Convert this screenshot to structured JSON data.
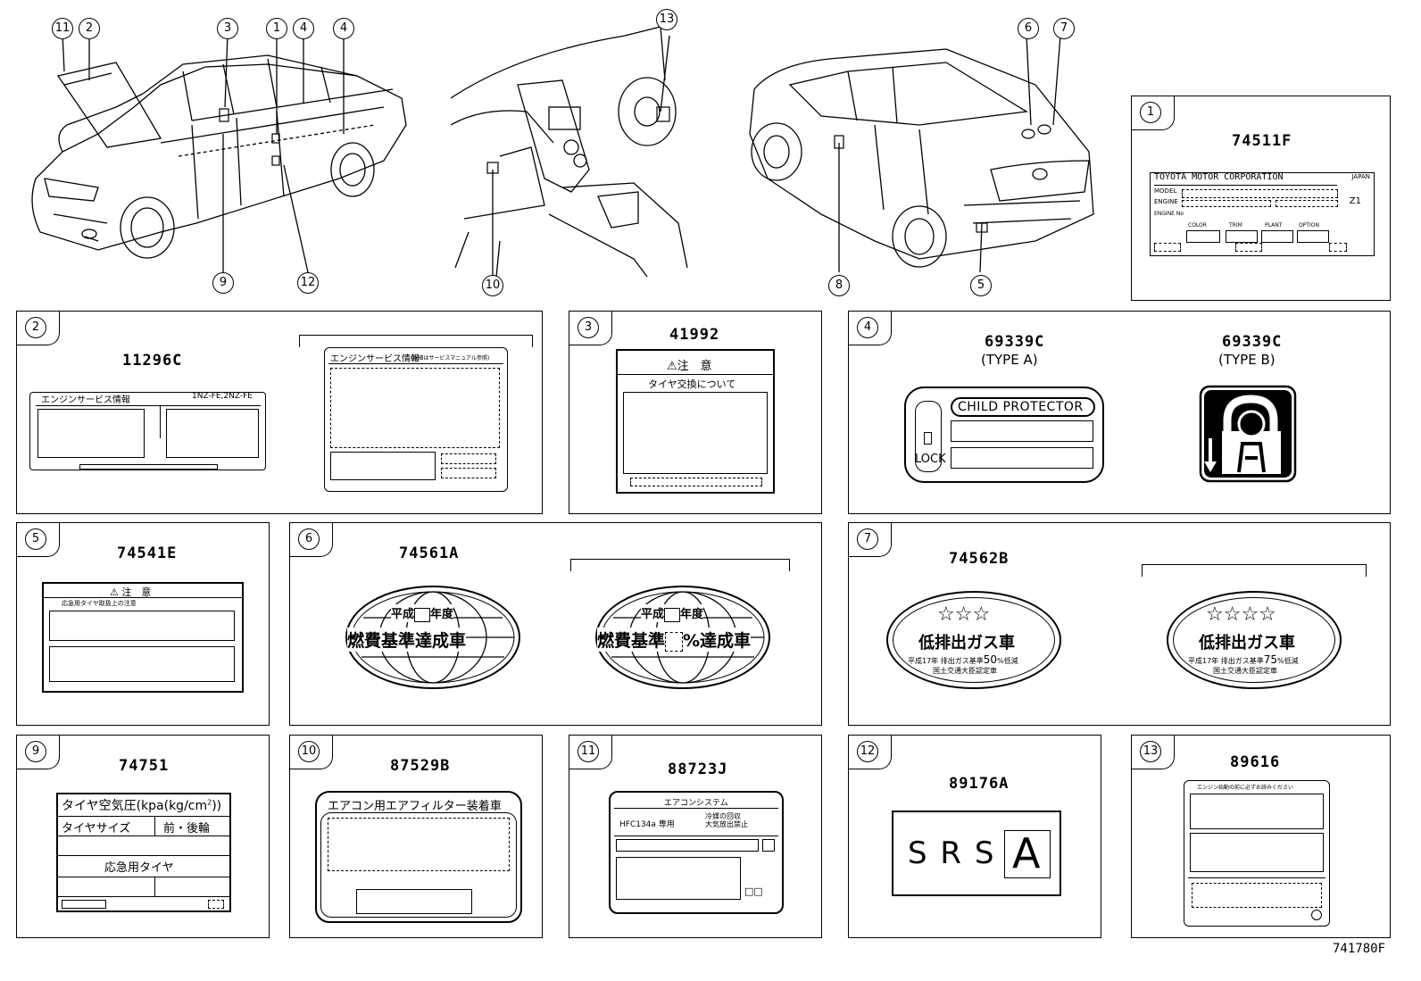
{
  "diagram_code": "741780F",
  "callouts": {
    "car_front": [
      "11",
      "2",
      "3",
      "1",
      "4",
      "4",
      "9",
      "12"
    ],
    "dash": [
      "13",
      "10"
    ],
    "car_rear": [
      "6",
      "7",
      "8",
      "5"
    ]
  },
  "panels": {
    "p1": {
      "num": "1",
      "part": "74511F",
      "toyota": "TOYOTA MOTOR CORPORATION",
      "japan": "JAPAN",
      "model": "MODEL",
      "engine": "ENGINE",
      "engine_no": "ENGINE No",
      "z1": "Z1",
      "color": "COLOR",
      "trim": "TRIM",
      "plant": "PLANT",
      "option": "OPTION"
    },
    "p2": {
      "num": "2",
      "part": "11296C",
      "label_title": "エンジンサービス情報",
      "label_engines": "1NZ-FE,2NZ-FE",
      "alt_title": "エンジンサービス情報",
      "alt_small": "(詳細はサービスマニュアル参照)"
    },
    "p3": {
      "num": "3",
      "part": "41992",
      "caution": "注　意",
      "caution_sub": "タイヤ交換について"
    },
    "p4": {
      "num": "4",
      "part_a": "69339C",
      "type_a": "(TYPE A)",
      "part_b": "69339C",
      "type_b": "(TYPE B)",
      "child": "CHILD PROTECTOR",
      "lock": "LOCK"
    },
    "p5": {
      "num": "5",
      "part": "74541E",
      "caution": "注　意",
      "sub": "応急用タイヤ取扱上の注意"
    },
    "p6": {
      "num": "6",
      "part": "74561A",
      "heisei": "平成",
      "nendo": "年度",
      "main": "燃費基準達成車",
      "alt_main_a": "燃費基準",
      "alt_main_b": "%達成車"
    },
    "p7": {
      "num": "7",
      "part": "74562B",
      "stars3": "☆☆☆",
      "stars4": "☆☆☆☆",
      "main": "低排出ガス車",
      "line1_a": "平成17年 排出ガス基準",
      "pct_a": "50",
      "line1_b": "%低減",
      "line2": "国土交通大臣認定車",
      "pct_b": "75"
    },
    "p9": {
      "num": "9",
      "part": "74751",
      "title": "タイヤ空気圧(kpa(kg/cm",
      "title_sup": "2",
      "title_end": "))",
      "size": "タイヤサイズ",
      "front_rear": "前・後輪",
      "spare": "応急用タイヤ"
    },
    "p10": {
      "num": "10",
      "part": "87529B",
      "title": "エアコン用エアフィルター装着車"
    },
    "p11": {
      "num": "11",
      "part": "88723J",
      "title": "エアコンシステム",
      "hfc": "HFC134a 専用",
      "refr": "冷媒の回収\n大気放出禁止",
      "box": "□□"
    },
    "p12": {
      "num": "12",
      "part": "89176A",
      "srs": "S R S",
      "a": "A"
    },
    "p13": {
      "num": "13",
      "part": "89616",
      "title": "エンジン始動の前に必ずお読みください"
    }
  }
}
